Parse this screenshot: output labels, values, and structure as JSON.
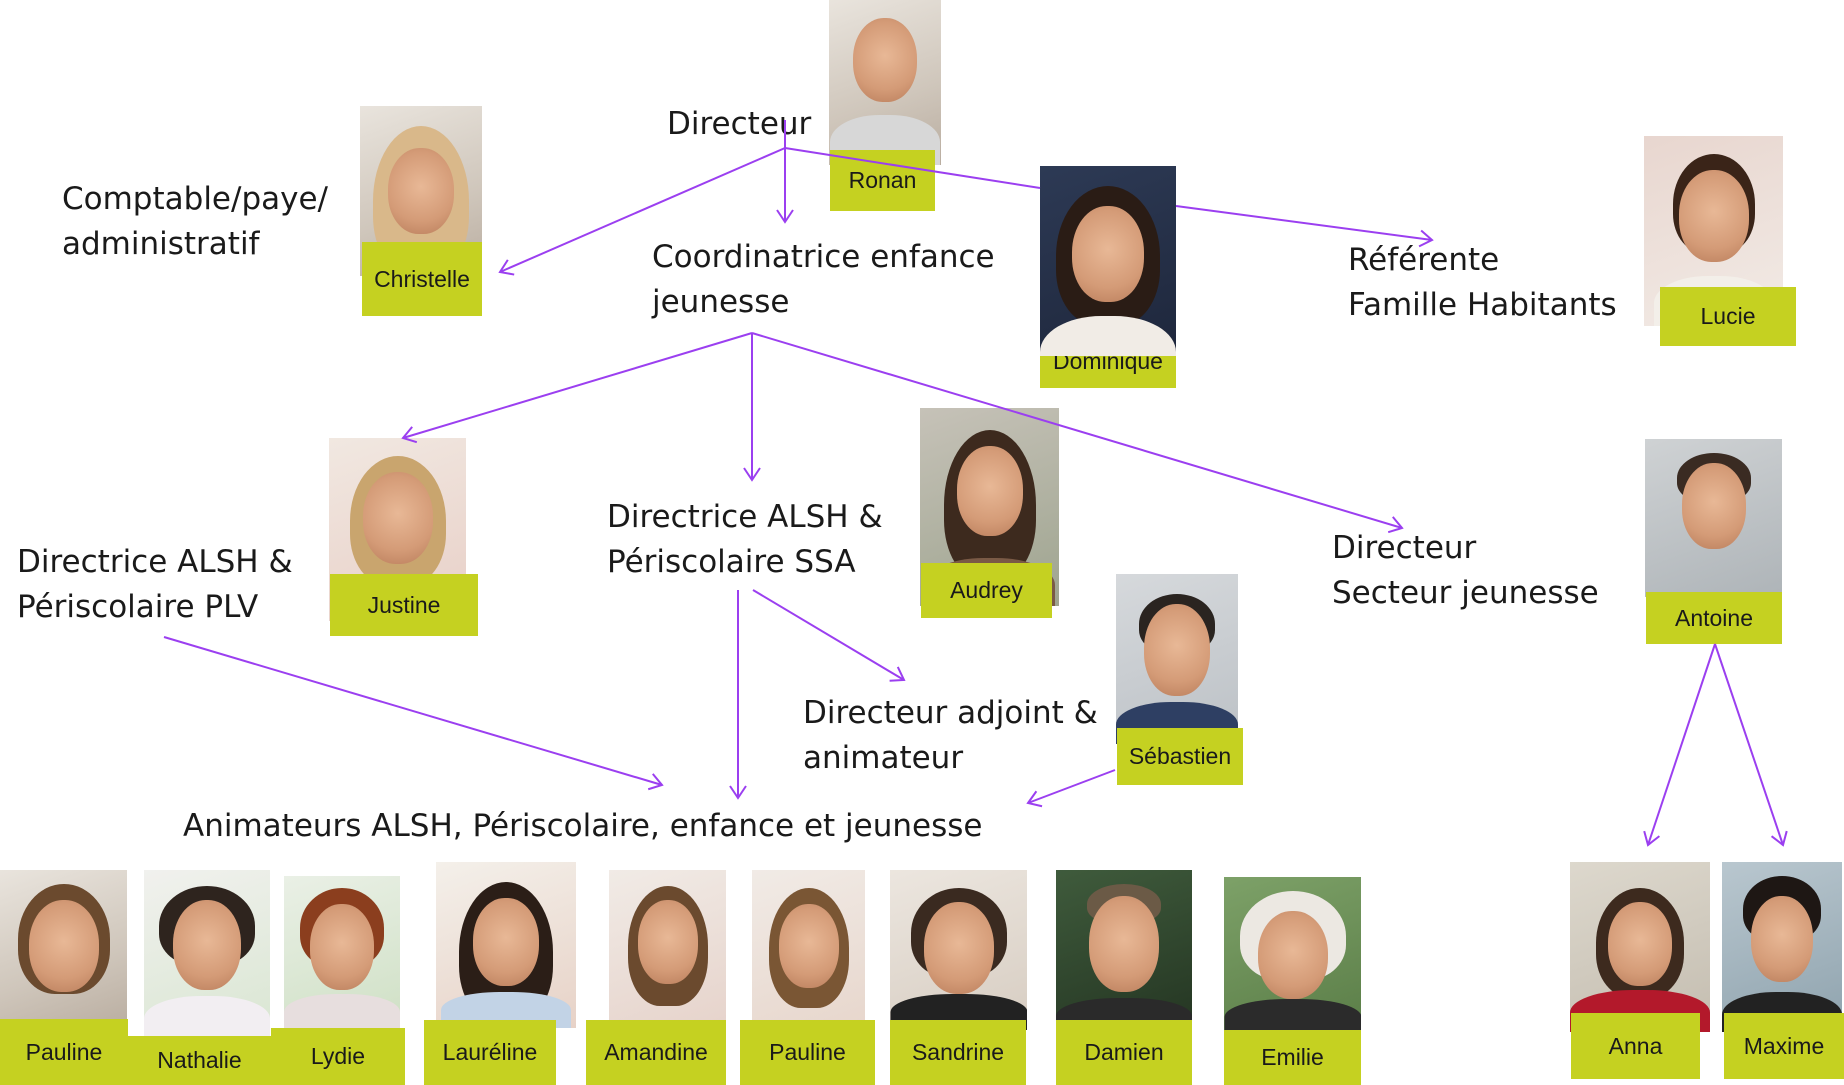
{
  "colors": {
    "arrow": "#9b3ff0",
    "tag": "#c5d121"
  },
  "roles": {
    "directeur": "Directeur",
    "comptable": "Comptable/paye/\nadministratif",
    "coordinatrice": "Coordinatrice enfance\njeunesse",
    "referente": "Référente\nFamille Habitants",
    "directrice_plv": "Directrice ALSH &\nPériscolaire PLV",
    "directrice_ssa": "Directrice ALSH &\nPériscolaire SSA",
    "directeur_jeunesse": "Directeur\nSecteur jeunesse",
    "directeur_adjoint": "Directeur adjoint &\nanimateur",
    "animateurs": "Animateurs ALSH, Périscolaire, enfance et jeunesse"
  },
  "people": {
    "ronan": "Ronan",
    "christelle": "Christelle",
    "dominique": "Dominique",
    "lucie": "Lucie",
    "justine": "Justine",
    "audrey": "Audrey",
    "sebastien": "Sébastien",
    "antoine": "Antoine",
    "anna": "Anna",
    "maxime": "Maxime"
  },
  "animateurs": [
    "Pauline",
    "Nathalie",
    "Lydie",
    "Lauréline",
    "Amandine",
    "Pauline",
    "Sandrine",
    "Damien",
    "Emilie"
  ]
}
